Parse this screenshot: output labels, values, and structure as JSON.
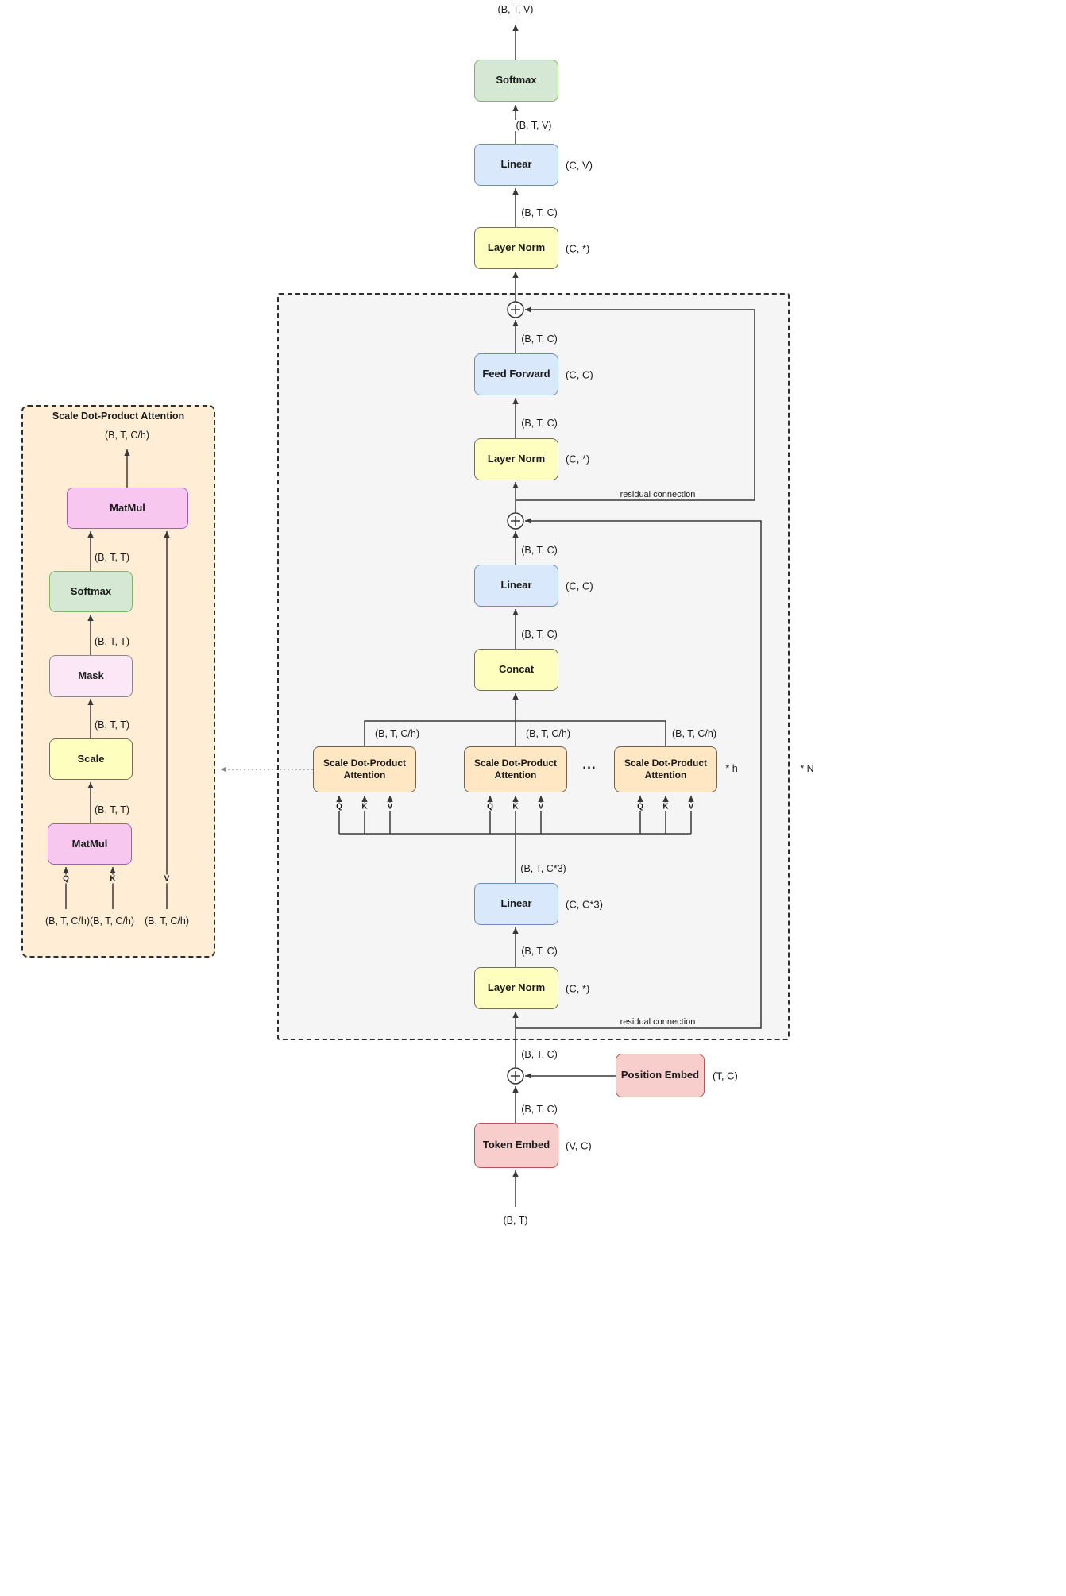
{
  "palette": {
    "canvas_bg": "#ffffff",
    "block_panel_bg": "#f5f5f5",
    "detail_panel_bg": "#ffeed5",
    "green_fill": "#d5e8d4",
    "green_stroke": "#82b366",
    "blue_fill": "#dae8fc",
    "blue_stroke": "#6c8ebf",
    "yellow_fill": "#feffbf",
    "orange_fill": "#ffe7c3",
    "red_fill": "#f8cecc",
    "red_stroke": "#b85450",
    "magenta_fill": "#f8c7f0",
    "magenta_stroke": "#a361a3",
    "pink_fill": "#fbe7f6",
    "wire": "#383838"
  },
  "shapes": {
    "btv": "(B, T, V)",
    "btc": "(B, T, C)",
    "btc3": "(B, T, C*3)",
    "btch": "(B, T, C/h)",
    "btt": "(B, T, T)",
    "bt": "(B, T)"
  },
  "main": {
    "softmax": "Softmax",
    "linear": "Linear",
    "layer_norm": "Layer Norm",
    "feed_forward": "Feed Forward",
    "concat": "Concat",
    "attention_head": "Scale Dot-Product Attention",
    "token_embed": "Token Embed",
    "position_embed": "Position Embed",
    "ann_c_v": "(C, V)",
    "ann_c_star": "(C, *)",
    "ann_c_c": "(C, C)",
    "ann_c_c3": "(C, C*3)",
    "ann_v_c": "(V, C)",
    "ann_t_c": "(T, C)",
    "ellipsis": "...",
    "heads_multiplier": "* h",
    "blocks_multiplier": "* N",
    "residual_label": "residual connection",
    "q": "Q",
    "k": "K",
    "v": "V"
  },
  "detail": {
    "title": "Scale Dot-Product Attention",
    "matmul": "MatMul",
    "softmax": "Softmax",
    "mask": "Mask",
    "scale": "Scale",
    "q": "Q",
    "k": "K",
    "v": "V",
    "output_shape": "(B, T, C/h)",
    "input_shape_qk": "(B, T, C/h)(B, T, C/h)",
    "input_shape_v": "(B, T, C/h)"
  }
}
